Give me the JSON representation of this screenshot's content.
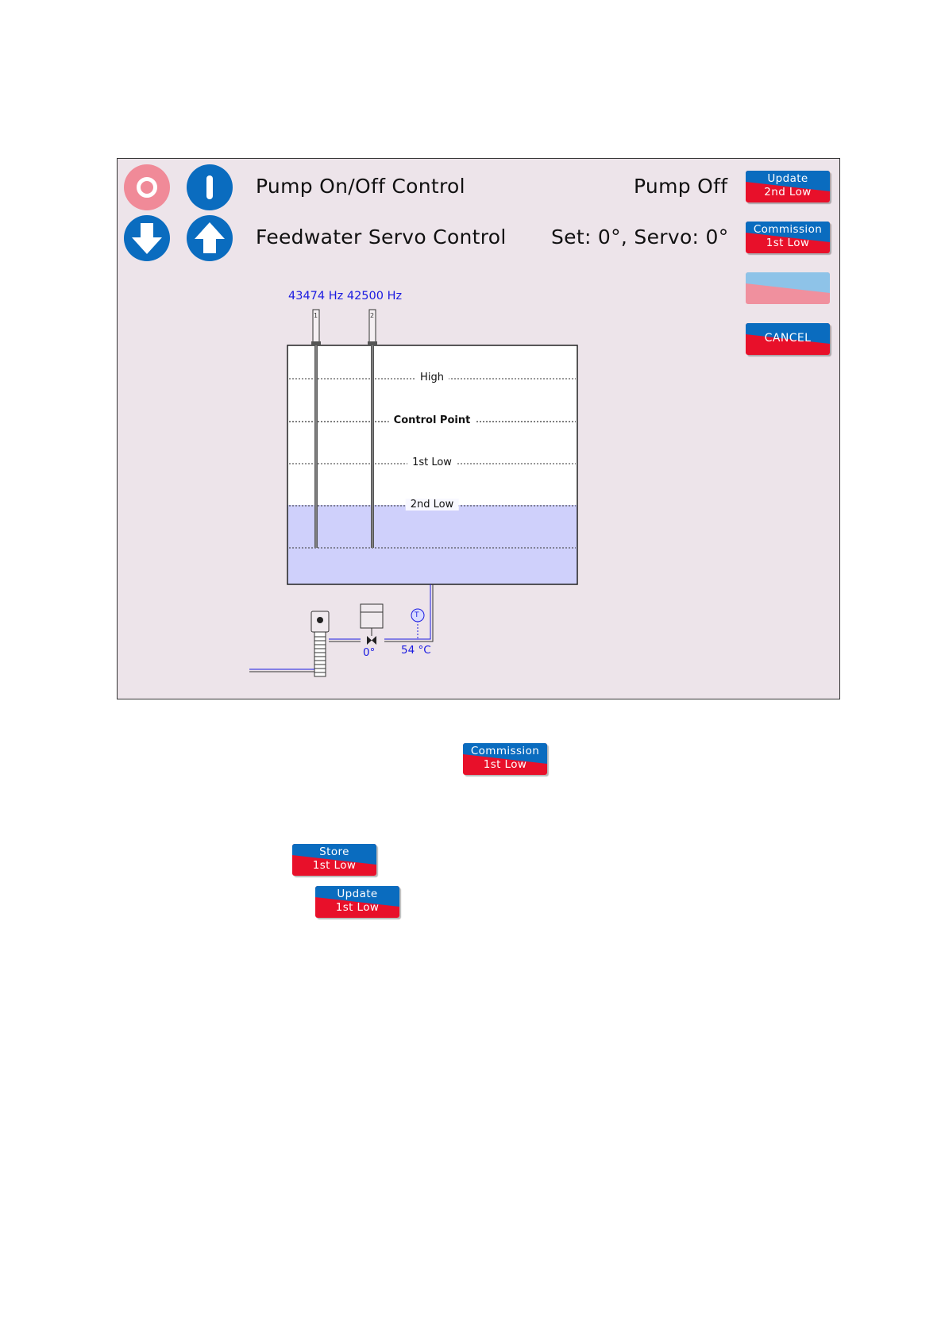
{
  "header": {
    "pump_title": "Pump On/Off Control",
    "pump_status": "Pump Off",
    "servo_title": "Feedwater Servo Control",
    "servo_status": "Set: 0°, Servo: 0°"
  },
  "round_buttons": [
    {
      "name": "stop-button",
      "icon": "off-ring-icon",
      "color": "#f08a98"
    },
    {
      "name": "start-button",
      "icon": "on-bar-icon",
      "color": "#0a6cbf"
    },
    {
      "name": "servo-down-button",
      "icon": "arrow-down-icon",
      "color": "#0a6cbf"
    },
    {
      "name": "servo-up-button",
      "icon": "arrow-up-icon",
      "color": "#0a6cbf"
    }
  ],
  "side_buttons": {
    "update_2nd_low": {
      "line1": "Update",
      "line2": "2nd Low"
    },
    "commission_1st_low": {
      "line1": "Commission",
      "line2": "1st Low"
    },
    "blank": {
      "line1": "",
      "line2": ""
    },
    "cancel": {
      "line1": "CANCEL"
    }
  },
  "probes": {
    "freq_text": "43474 Hz 42500 Hz",
    "probe1_label": "1",
    "probe2_label": "2"
  },
  "tank": {
    "levels": [
      {
        "label": "High",
        "bold": false
      },
      {
        "label": "Control Point",
        "bold": true
      },
      {
        "label": "1st Low",
        "bold": false
      },
      {
        "label": "2nd Low",
        "bold": false
      }
    ],
    "water_color": "#cfd0fb"
  },
  "piping": {
    "valve_angle": "0°",
    "temperature": "54 °C",
    "sensor_letter": "T"
  },
  "doc_buttons": {
    "commission_1st_low": {
      "line1": "Commission",
      "line2": "1st Low"
    },
    "store_1st_low": {
      "line1": "Store",
      "line2": "1st Low"
    },
    "update_1st_low": {
      "line1": "Update",
      "line2": "1st Low"
    }
  },
  "colors": {
    "button_blue": "#0a6cbf",
    "button_red": "#e8102a",
    "blank_blue": "#8ec3e8",
    "blank_pink": "#f0909e",
    "label_blue": "#1a1ae0",
    "panel_bg": "#ede4ea"
  }
}
